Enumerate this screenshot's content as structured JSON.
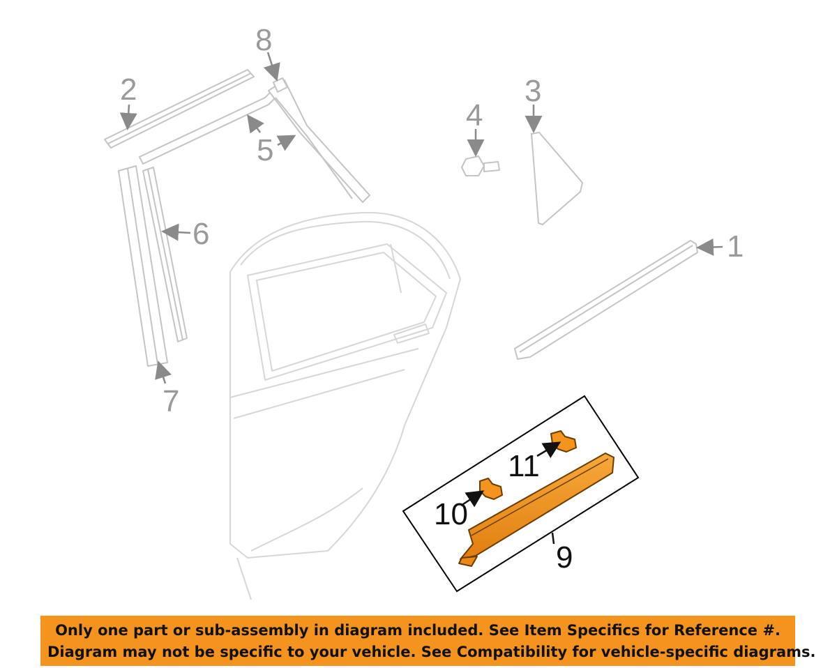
{
  "diagram": {
    "callouts": {
      "c1": "1",
      "c2": "2",
      "c3": "3",
      "c4": "4",
      "c5": "5",
      "c6": "6",
      "c7": "7",
      "c8": "8",
      "c9": "9",
      "c10": "10",
      "c11": "11"
    },
    "highlight_color": "#f4931e",
    "highlight_box_border": "#000000"
  },
  "disclaimer": {
    "background": "#f4931e",
    "line1": "Only one part or sub-assembly in diagram included. See Item Specifics for Reference #.",
    "line2": "Diagram may not be specific to your vehicle. See Compatibility for vehicle-specific diagrams."
  }
}
